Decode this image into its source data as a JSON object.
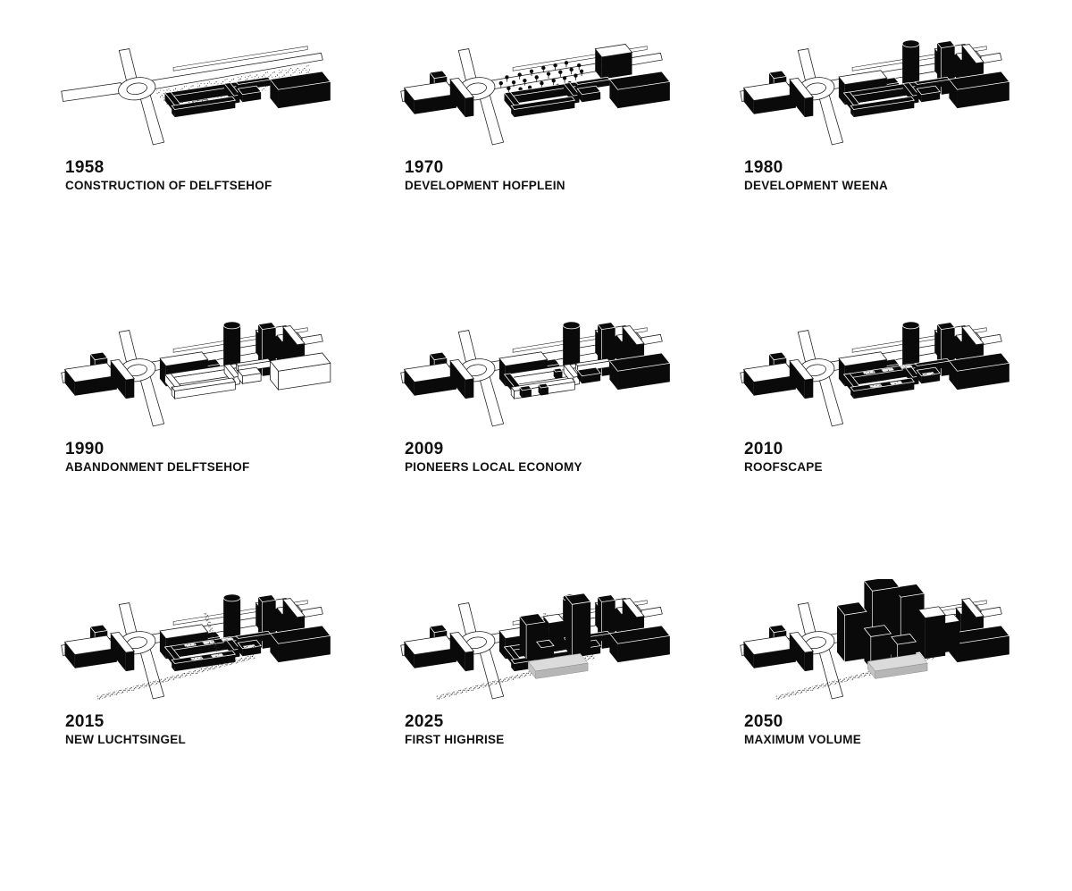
{
  "page": {
    "colors": {
      "background": "#ffffff",
      "ink": "#0a0a0a",
      "outline": "#1a1a1a",
      "plinth_grey": "#c9c9c9"
    }
  },
  "panels": [
    {
      "id": "1958",
      "year": "1958",
      "caption": "CONSTRUCTION OF DELFTSEHOF",
      "scene": {
        "ground_stipple": true,
        "trees": false,
        "courtyard": "black",
        "inner_patch": true,
        "buildings": [
          "boxR"
        ],
        "luchtsingel": false,
        "plinth": false,
        "cluster": ""
      }
    },
    {
      "id": "1970",
      "year": "1970",
      "caption": "DEVELOPMENT HOFPLEIN",
      "scene": {
        "ground_stipple": false,
        "trees": true,
        "courtyard": "black",
        "inner_patch": false,
        "buildings": [
          "towerNW",
          "slabW",
          "slabS",
          "boxTR",
          "boxR"
        ],
        "luchtsingel": false,
        "plinth": false,
        "cluster": ""
      }
    },
    {
      "id": "1980",
      "year": "1980",
      "caption": "DEVELOPMENT WEENA",
      "scene": {
        "ground_stipple": false,
        "trees": false,
        "courtyard": "black",
        "inner_patch": false,
        "buildings": [
          "towerNW",
          "slabW",
          "slabS",
          "boxTR",
          "cyl",
          "annexC",
          "slabC",
          "towerR",
          "crossR",
          "boxR"
        ],
        "luchtsingel": false,
        "plinth": false,
        "cluster": ""
      }
    },
    {
      "id": "1990",
      "year": "1990",
      "caption": "ABANDONMENT DELFTSEHOF",
      "scene": {
        "ground_stipple": false,
        "trees": false,
        "courtyard": "outline",
        "inner_patch": false,
        "buildings": [
          "towerNW",
          "slabW",
          "slabS",
          "boxTR",
          "cyl",
          "annexC",
          "slabC",
          "towerR",
          "crossR",
          "boxR:white"
        ],
        "luchtsingel": false,
        "plinth": false,
        "cluster": ""
      }
    },
    {
      "id": "2009",
      "year": "2009",
      "caption": "PIONEERS LOCAL ECONOMY",
      "scene": {
        "ground_stipple": false,
        "trees": false,
        "courtyard": "partial",
        "inner_patch": false,
        "buildings": [
          "towerNW",
          "slabW",
          "slabS",
          "boxTR",
          "cyl",
          "annexC",
          "slabC",
          "towerR",
          "crossR",
          "boxR"
        ],
        "luchtsingel": false,
        "plinth": false,
        "cluster": ""
      }
    },
    {
      "id": "2010",
      "year": "2010",
      "caption": "ROOFSCAPE",
      "scene": {
        "ground_stipple": false,
        "trees": false,
        "courtyard": "roof",
        "inner_patch": false,
        "buildings": [
          "towerNW",
          "slabW",
          "slabS",
          "boxTR",
          "cyl",
          "annexC",
          "slabC",
          "towerR",
          "crossR",
          "boxR"
        ],
        "luchtsingel": false,
        "plinth": false,
        "cluster": ""
      }
    },
    {
      "id": "2015",
      "year": "2015",
      "caption": "NEW LUCHTSINGEL",
      "scene": {
        "ground_stipple": false,
        "trees": false,
        "courtyard": "roof",
        "inner_patch": false,
        "buildings": [
          "towerNW",
          "slabW",
          "slabS",
          "boxTR",
          "cyl",
          "annexC",
          "slabC",
          "towerR",
          "crossR",
          "boxR"
        ],
        "luchtsingel": true,
        "plinth": false,
        "cluster": ""
      }
    },
    {
      "id": "2025",
      "year": "2025",
      "caption": "FIRST HIGHRISE",
      "scene": {
        "ground_stipple": false,
        "trees": false,
        "courtyard": "black",
        "inner_patch": false,
        "buildings": [
          "towerNW",
          "slabW",
          "slabS",
          "boxTR",
          "cyl",
          "annexC",
          "slabC",
          "towerR",
          "crossR",
          "boxR"
        ],
        "luchtsingel": true,
        "plinth": true,
        "cluster": "highrise"
      }
    },
    {
      "id": "2050",
      "year": "2050",
      "caption": "MAXIMUM VOLUME",
      "scene": {
        "ground_stipple": false,
        "trees": false,
        "courtyard": "",
        "inner_patch": false,
        "buildings": [
          "towerNW",
          "slabW",
          "slabS",
          "crossR",
          "boxR"
        ],
        "luchtsingel": true,
        "plinth": true,
        "cluster": "mega"
      }
    }
  ]
}
